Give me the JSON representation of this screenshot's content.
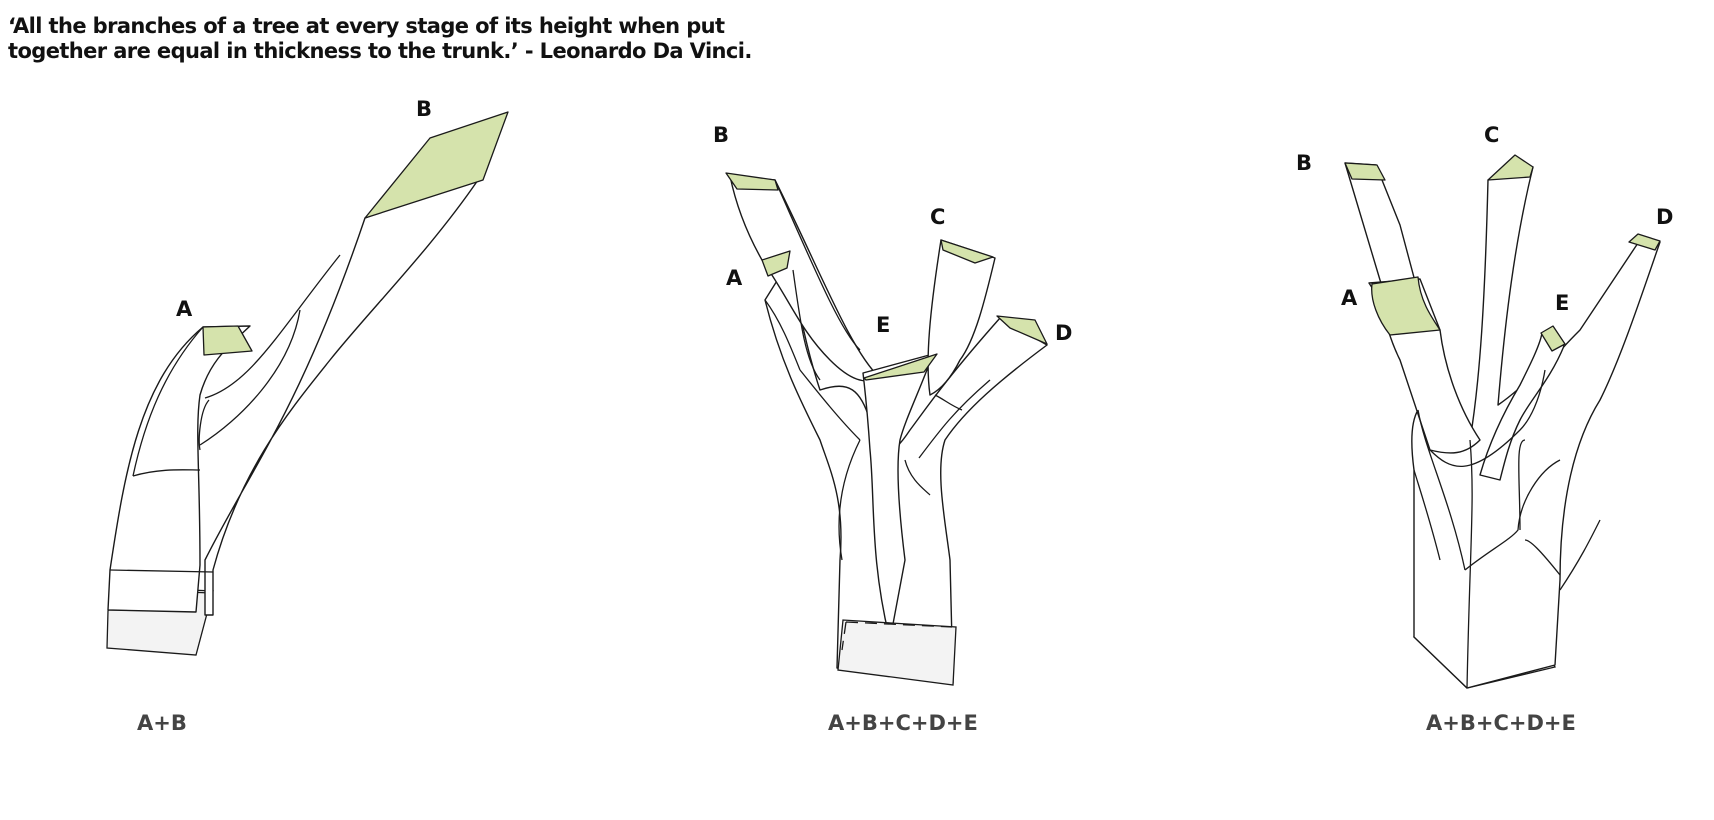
{
  "quote": {
    "line1": "‘All the branches of a tree at every stage of its height when put",
    "line2": "together are equal in thickness to the trunk.’ - Leonardo Da Vinci."
  },
  "diagrams": [
    {
      "caption": "A+B",
      "labels": {
        "a": "A",
        "b": "B"
      }
    },
    {
      "caption": "A+B+C+D+E",
      "labels": {
        "a": "A",
        "b": "B",
        "c": "C",
        "d": "D",
        "e": "E"
      }
    },
    {
      "caption": "A+B+C+D+E",
      "labels": {
        "a": "A",
        "b": "B",
        "c": "C",
        "d": "D",
        "e": "E"
      }
    }
  ],
  "colors": {
    "cap_fill": "#d5e3ac",
    "base_fill": "#f3f3f3",
    "line": "#1a1a1a"
  }
}
